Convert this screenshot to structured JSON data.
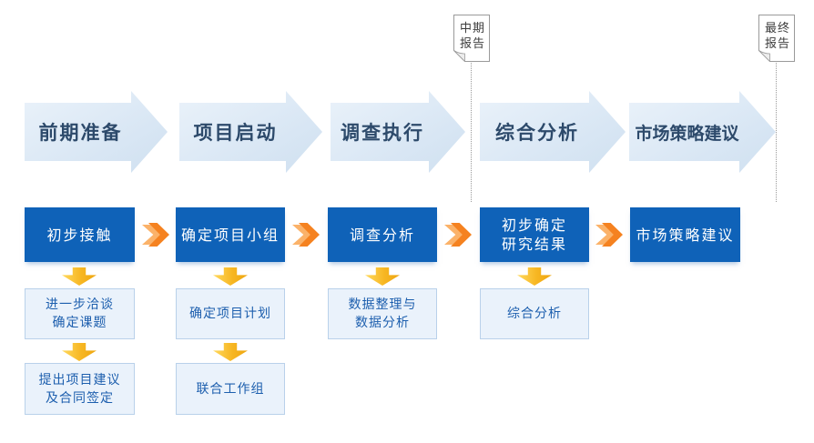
{
  "diagram": {
    "columns": [
      {
        "stage": "前期准备",
        "step": "初步接触",
        "tasks": [
          "进一步洽谈\n确定课题",
          "提出项目建议\n及合同签定"
        ]
      },
      {
        "stage": "项目启动",
        "step": "确定项目小组",
        "tasks": [
          "确定项目计划",
          "联合工作组"
        ]
      },
      {
        "stage": "调查执行",
        "step": "调查分析",
        "tasks": [
          "数据整理与\n数据分析"
        ]
      },
      {
        "stage": "综合分析",
        "step": "初步确定\n研究结果",
        "tasks": [
          "综合分析"
        ]
      },
      {
        "stage": "市场策略建议",
        "step": "市场策略建议",
        "tasks": []
      }
    ],
    "reports": [
      {
        "label": "中期\n报告"
      },
      {
        "label": "最终\n报告"
      }
    ],
    "colors": {
      "stage_fill": "#dce9f6",
      "stage_text": "#2d4a6b",
      "step_fill": "#0f62b8",
      "step_text": "#ffffff",
      "arrow_orange": "#f58220",
      "arrow_orange_light": "#fbb269",
      "arrow_gold": "#eea50f",
      "arrow_gold_light": "#ffd95e",
      "task_fill": "#eaf2fb",
      "task_border": "#b9d1ea",
      "task_text": "#1d5fae",
      "note_border": "#9a9a9a"
    }
  }
}
